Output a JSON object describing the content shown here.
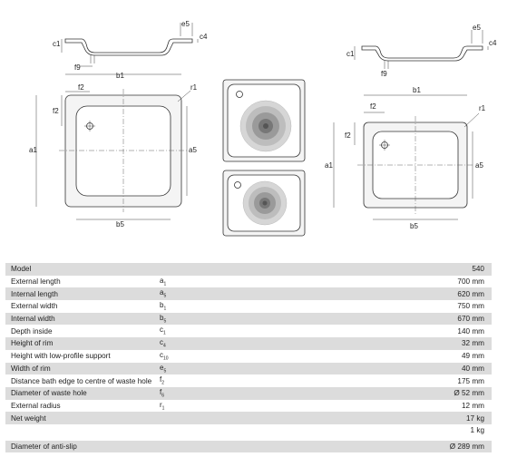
{
  "drawing": {
    "left_view": {
      "top_labels": [
        "c1",
        "e5",
        "c4",
        "f9",
        "b1"
      ],
      "plan_labels": [
        "f2",
        "f2",
        "r1",
        "a1",
        "a5",
        "b5"
      ]
    },
    "right_view": {
      "top_labels": [
        "c1",
        "e5",
        "c4",
        "f9",
        "b1"
      ],
      "plan_labels": [
        "f2",
        "f2",
        "r1",
        "a1",
        "a5",
        "b5"
      ]
    }
  },
  "specs": {
    "rows": [
      {
        "label": "Model",
        "sym": "",
        "sub": "",
        "value": "540"
      },
      {
        "label": "External length",
        "sym": "a",
        "sub": "1",
        "value": "700 mm"
      },
      {
        "label": "Internal length",
        "sym": "a",
        "sub": "5",
        "value": "620 mm"
      },
      {
        "label": "External width",
        "sym": "b",
        "sub": "1",
        "value": "750 mm"
      },
      {
        "label": "Internal width",
        "sym": "b",
        "sub": "5",
        "value": "670 mm"
      },
      {
        "label": "Depth inside",
        "sym": "c",
        "sub": "1",
        "value": "140 mm"
      },
      {
        "label": "Height of rim",
        "sym": "c",
        "sub": "4",
        "value": "32 mm"
      },
      {
        "label": "Height with low-profile support",
        "sym": "c",
        "sub": "10",
        "value": "49 mm"
      },
      {
        "label": "Width of rim",
        "sym": "e",
        "sub": "5",
        "value": "40 mm"
      },
      {
        "label": "Distance bath edge to centre of waste hole",
        "sym": "f",
        "sub": "2",
        "value": "175 mm"
      },
      {
        "label": "Diameter of waste hole",
        "sym": "f",
        "sub": "6",
        "value": "Ø 52 mm"
      },
      {
        "label": "External radius",
        "sym": "r",
        "sub": "1",
        "value": "12 mm"
      },
      {
        "label": "Net weight",
        "sym": "",
        "sub": "",
        "value": "17 kg"
      },
      {
        "label": "",
        "sym": "",
        "sub": "",
        "value": "1 kg"
      },
      {
        "label": "Diameter of anti-slip",
        "sym": "",
        "sub": "",
        "value": "Ø 289 mm"
      }
    ]
  }
}
